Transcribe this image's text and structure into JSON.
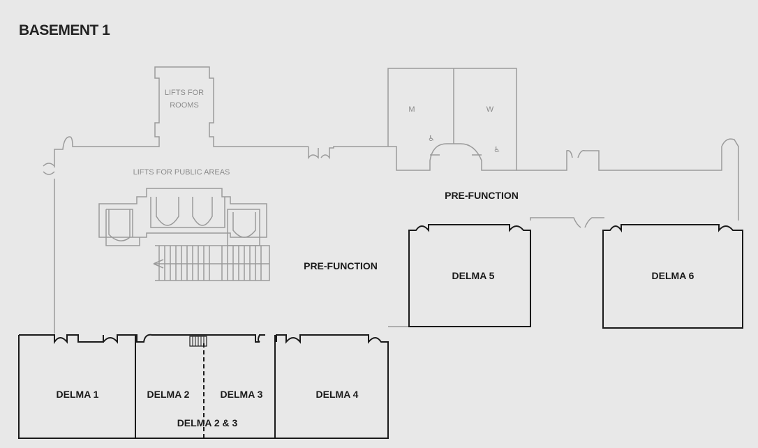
{
  "title": "BASEMENT 1",
  "labels": {
    "lifts_rooms_1": "LIFTS FOR",
    "lifts_rooms_2": "ROOMS",
    "lifts_public": "LIFTS FOR PUBLIC AREAS",
    "restroom_m": "M",
    "restroom_w": "W",
    "prefunction_upper": "PRE-FUNCTION",
    "prefunction_main": "PRE-FUNCTION"
  },
  "rooms": {
    "delma1": "DELMA 1",
    "delma2": "DELMA 2",
    "delma3": "DELMA 3",
    "delma23": "DELMA 2 & 3",
    "delma4": "DELMA 4",
    "delma5": "DELMA 5",
    "delma6": "DELMA 6"
  },
  "icons": {
    "accessible_m": "♿",
    "accessible_w": "♿"
  }
}
